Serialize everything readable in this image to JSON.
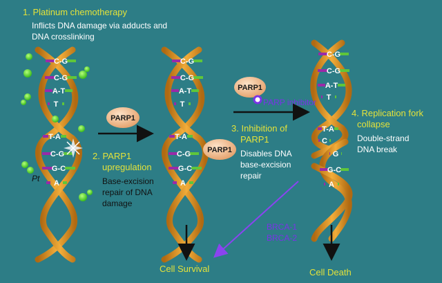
{
  "step1": {
    "title": "1. Platinum chemotherapy",
    "desc_line1": "Inflicts DNA damage via adducts and",
    "desc_line2": "DNA crosslinking"
  },
  "step2": {
    "title_line1": "2. PARP1",
    "title_line2": "upregulation",
    "desc_line1": "Base-excision",
    "desc_line2": "repair of DNA",
    "desc_line3": "damage"
  },
  "step3": {
    "title_line1": "3. Inhibition of",
    "title_line2": "PARP1",
    "desc_line1": "Disables DNA",
    "desc_line2": "base-excision",
    "desc_line3": "repair"
  },
  "step4": {
    "title_line1": "4. Replication fork",
    "title_line2": "collapse",
    "desc_line1": "Double-strand",
    "desc_line2": "DNA break"
  },
  "labels": {
    "parp1": "PARP1",
    "parp_inhibitor": "PARP inhibitor",
    "brca1": "BRCA-1",
    "brca2": "BRCA-2",
    "cell_survival": "Cell Survival",
    "cell_death": "Cell Death",
    "pt": "Pt"
  },
  "helix1_pairs": [
    "CG",
    "CG",
    "AT",
    "T",
    "TA",
    "CG",
    "GC",
    "A"
  ],
  "helix2_pairs": [
    "CG",
    "CG",
    "AT",
    "T",
    "TA",
    "CG",
    "GC",
    "A"
  ],
  "helix3_top_pairs": [
    "CG",
    "CG",
    "AT",
    "T",
    "TA",
    "C"
  ],
  "helix3_bottom_pairs": [
    "G",
    "GC",
    "A"
  ],
  "colors": {
    "background": "#2d7d86",
    "strand": "#e89a1f",
    "title_text": "#e4e23a",
    "inhibitor_text": "#7a33e6",
    "parp_blob": "#f3c49a",
    "pt_atom": "#4fe02a"
  }
}
